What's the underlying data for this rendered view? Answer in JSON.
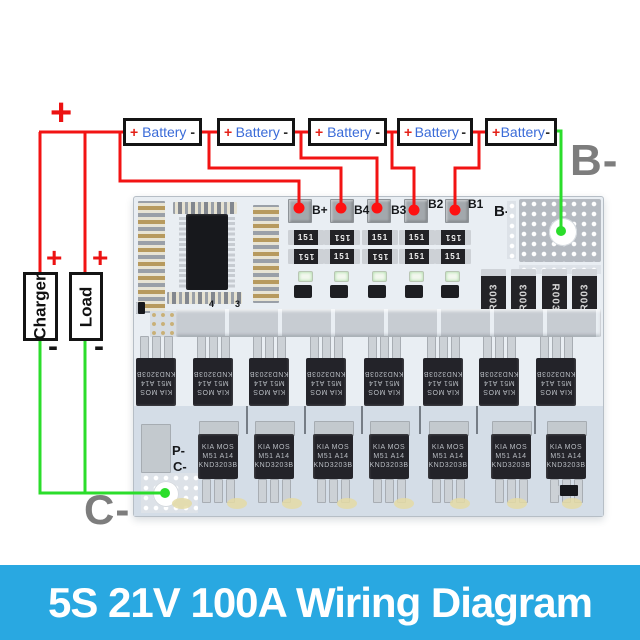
{
  "banner": {
    "text": "5S 21V 100A Wiring Diagram",
    "bg_color": "#29a8e1",
    "text_color": "#ffffff"
  },
  "annotations": {
    "pack_positive": "+",
    "pack_negative_b": "B-",
    "pack_negative_c": "C-"
  },
  "batteries": [
    {
      "plus": "+",
      "label": "Battery",
      "minus": "-"
    },
    {
      "plus": "+",
      "label": "Battery",
      "minus": "-"
    },
    {
      "plus": "+",
      "label": "Battery",
      "minus": "-"
    },
    {
      "plus": "+",
      "label": "Battery",
      "minus": "-"
    },
    {
      "plus": "+",
      "label": "Battery",
      "minus": "-"
    }
  ],
  "charger": {
    "label": "Charger",
    "plus": "+",
    "minus": "-"
  },
  "load": {
    "label": "Load",
    "plus": "+",
    "minus": "-"
  },
  "board": {
    "balance_pads": [
      {
        "label": "B+"
      },
      {
        "label": "B4"
      },
      {
        "label": "B3"
      },
      {
        "label": "B2"
      },
      {
        "label": "B1"
      }
    ],
    "silk_b_minus": "B-",
    "silk_p_minus": "P-",
    "silk_c_minus": "C-",
    "ic_digits": [
      "4",
      "3"
    ],
    "resistor_label": "151",
    "shunt_label": "R003",
    "mosfet": {
      "line1": "KIA MOS",
      "line2": "M51 A14",
      "line3": "KND3203B"
    }
  },
  "colors": {
    "wire_positive": "#f21313",
    "wire_negative": "#2bdd2b",
    "battery_text_blue": "#3a6bd8",
    "annotation_gray": "#7d7d7d",
    "solder_point_red": "#ff1111"
  }
}
